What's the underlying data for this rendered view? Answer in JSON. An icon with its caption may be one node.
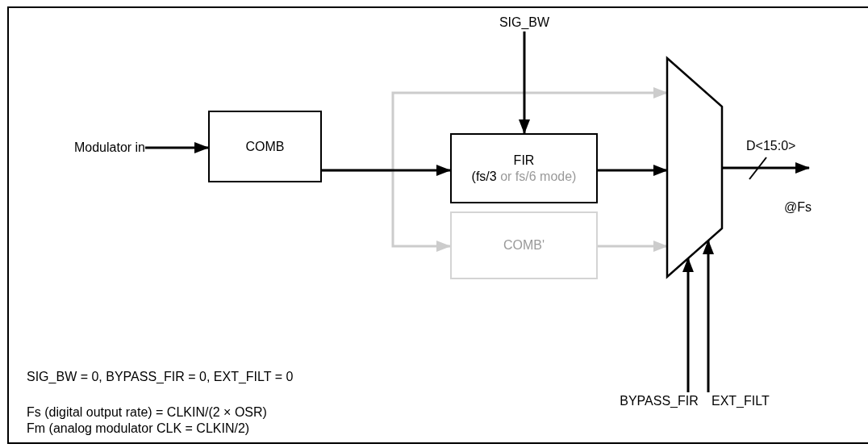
{
  "diagram": {
    "nodes": [
      {
        "text": [
          "Modulator in"
        ]
      },
      {
        "text": [
          "COMB"
        ]
      },
      {
        "text": [
          "FIR",
          "(fs/3",
          "or fs/6 mode)"
        ]
      },
      {
        "text": [
          "COMB'"
        ]
      },
      {
        "text": [],
        "shape": "trapezoid"
      },
      {
        "text": [
          "SIG_BW"
        ]
      },
      {
        "text": [
          "BYPASS_FIR"
        ]
      },
      {
        "text": [
          "EXT_FILT"
        ]
      }
    ],
    "edges": [
      {
        "from": 0,
        "to": 1,
        "arrow": "to"
      },
      {
        "from": 1,
        "to": 4,
        "arrow": "to",
        "color": "#cccccc"
      },
      {
        "from": 1,
        "to": 3,
        "arrow": "to",
        "color": "#cccccc"
      },
      {
        "from": 1,
        "to": 2,
        "arrow": "to"
      },
      {
        "from": 2,
        "to": 4,
        "arrow": "to"
      },
      {
        "from": 3,
        "to": 4,
        "arrow": "to",
        "color": "#cccccc"
      },
      {
        "from": 5,
        "to": 2,
        "arrow": "to"
      },
      {
        "from": 6,
        "to": 4,
        "arrow": "to"
      },
      {
        "from": 7,
        "to": 4,
        "arrow": "to"
      },
      {
        "from": 4,
        "to": null,
        "arrow": "to",
        "label": "D<15:0>"
      }
    ],
    "labels": [
      "@Fs",
      "SIG_BW = 0, BYPASS_FIR = 0, EXT_FILT = 0",
      "Fs (digital output rate) = CLKIN/(2 × OSR)",
      "Fm (analog modulator CLK = CLKIN/2)"
    ]
  }
}
